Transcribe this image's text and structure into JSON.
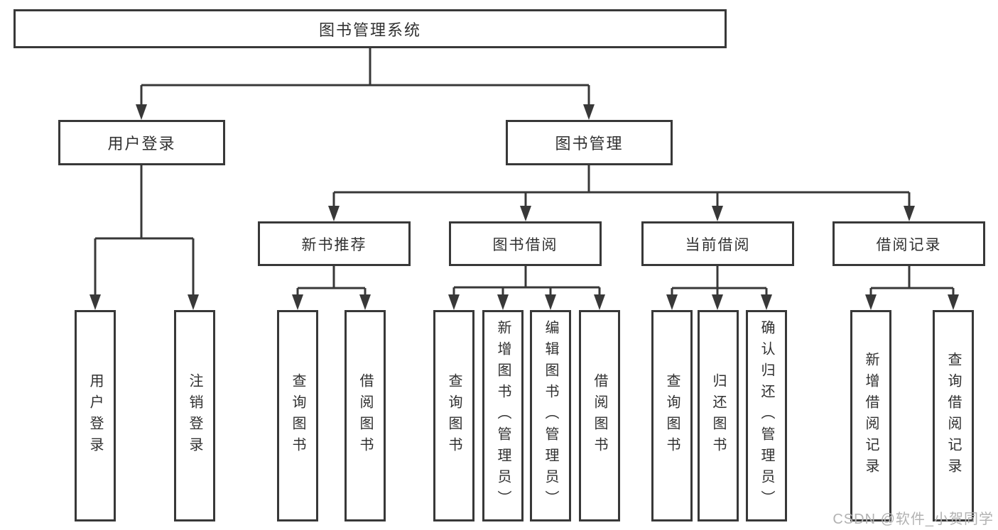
{
  "tree": {
    "label": "图书管理系统",
    "children": [
      {
        "label": "用户登录",
        "children": [
          {
            "label": "用户登录"
          },
          {
            "label": "注销登录"
          }
        ]
      },
      {
        "label": "图书管理",
        "children": [
          {
            "label": "新书推荐",
            "children": [
              {
                "label": "查询图书"
              },
              {
                "label": "借阅图书"
              }
            ]
          },
          {
            "label": "图书借阅",
            "children": [
              {
                "label": "查询图书"
              },
              {
                "label": "新增图书（管理员）"
              },
              {
                "label": "编辑图书（管理员）"
              },
              {
                "label": "借阅图书"
              }
            ]
          },
          {
            "label": "当前借阅",
            "children": [
              {
                "label": "查询图书"
              },
              {
                "label": "归还图书"
              },
              {
                "label": "确认归还（管理员）"
              }
            ]
          },
          {
            "label": "借阅记录",
            "children": [
              {
                "label": "新增借阅记录"
              },
              {
                "label": "查询借阅记录"
              }
            ]
          }
        ]
      }
    ]
  },
  "watermark": "CSDN @软件_小贺同学",
  "colors": {
    "line": "#383838",
    "text": "#303030",
    "watermark": "#b2b2b2",
    "background": "#ffffff"
  }
}
